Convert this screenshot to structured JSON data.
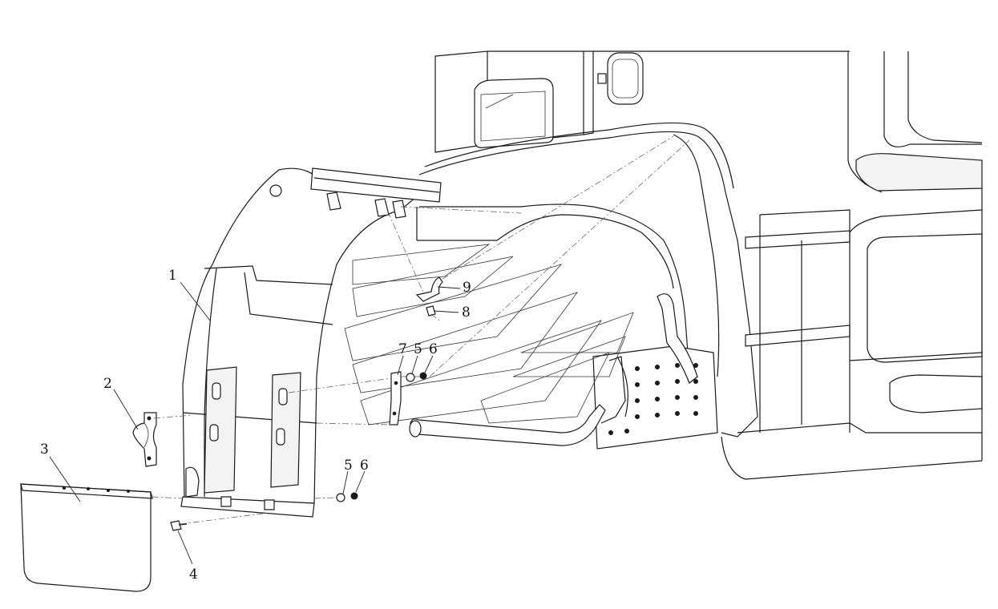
{
  "callouts": {
    "c1": "1",
    "c2": "2",
    "c3": "3",
    "c4": "4",
    "c5a": "5",
    "c6a": "6",
    "c5b": "5",
    "c6b": "6",
    "c7": "7",
    "c8": "8",
    "c9": "9"
  }
}
